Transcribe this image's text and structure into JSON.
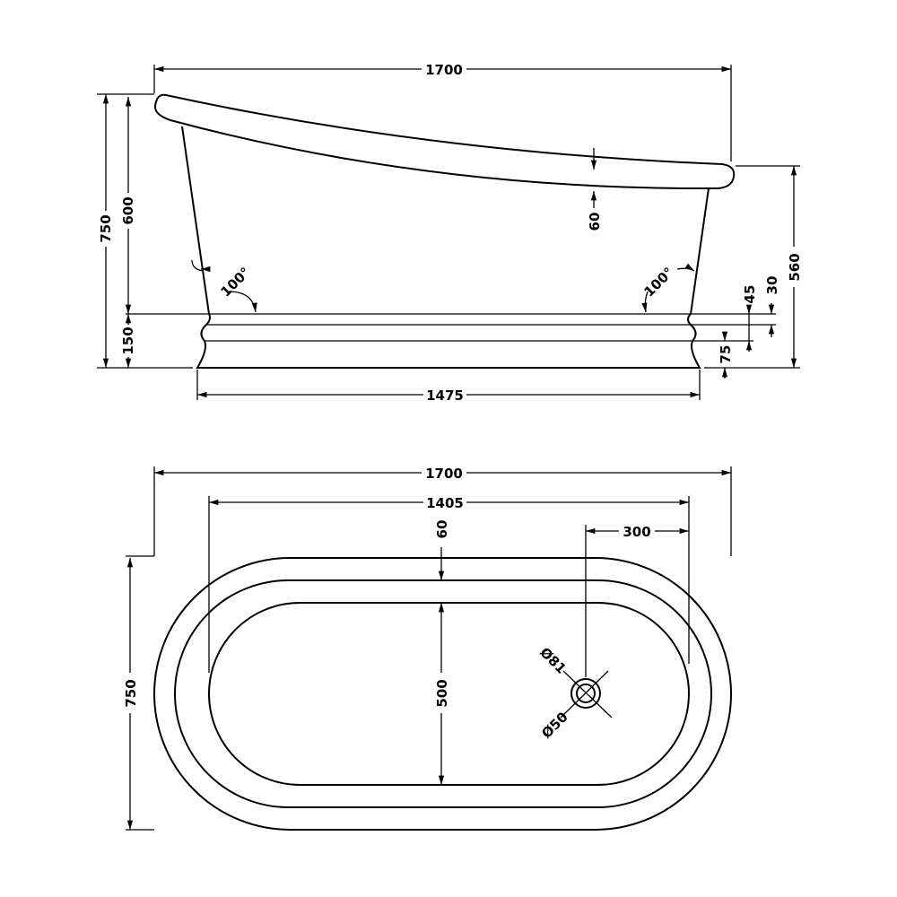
{
  "side_view": {
    "overall_length": "1700",
    "overall_height": "750",
    "body_height": "600",
    "plinth_height": "150",
    "rim_thickness": "60",
    "left_angle": "100°",
    "right_angle": "100°",
    "foot_end_height": "560",
    "roll_height": "45",
    "top_band": "30",
    "lower_plinth": "75",
    "base_length": "1475"
  },
  "plan_view": {
    "overall_length": "1700",
    "inner_length": "1405",
    "waste_offset": "300",
    "rim_width": "60",
    "inner_width": "500",
    "overall_width": "750",
    "waste_outer_dia": "Ø81",
    "waste_inner_dia": "Ø50"
  }
}
